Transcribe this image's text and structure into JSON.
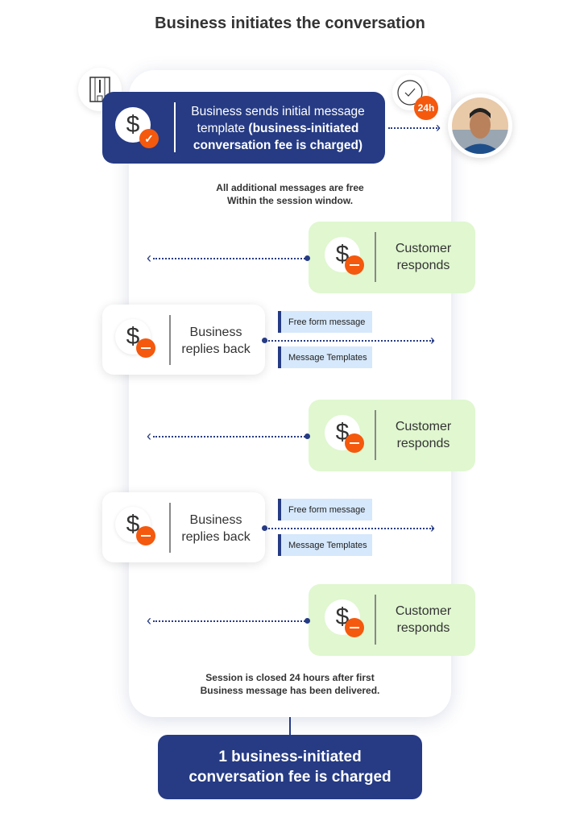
{
  "title": "Business initiates the conversation",
  "initial": {
    "line1": "Business sends initial message",
    "line2": "template ",
    "line2_bold": "(business-initiated",
    "line3": "conversation fee is charged)"
  },
  "timer_badge": "24h",
  "note_top": {
    "line1": "All additional messages are free",
    "line2": "Within the session window."
  },
  "customer": {
    "line1": "Customer",
    "line2": "responds"
  },
  "business": {
    "line1": "Business",
    "line2": "replies back"
  },
  "tags": {
    "free_form": "Free form message",
    "templates": "Message Templates"
  },
  "note_bottom": {
    "line1": "Session is closed 24 hours after first",
    "line2": "Business message has been delivered."
  },
  "footer": {
    "line1": "1 business-initiated",
    "line2": "conversation fee is charged"
  },
  "colors": {
    "navy": "#263b84",
    "orange": "#f4590e",
    "green": "#e0f7d0",
    "tag": "#d6e8fb"
  }
}
